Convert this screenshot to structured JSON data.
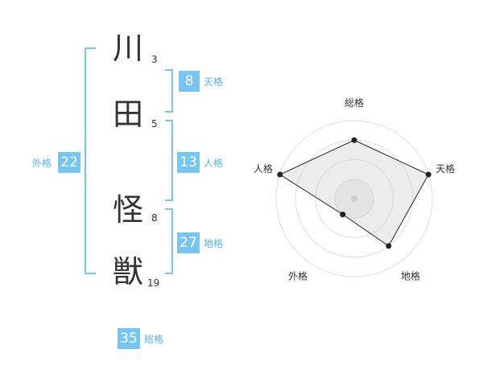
{
  "name": {
    "chars": [
      {
        "char": "川",
        "strokes": "3"
      },
      {
        "char": "田",
        "strokes": "5"
      },
      {
        "char": "怪",
        "strokes": "8"
      },
      {
        "char": "獣",
        "strokes": "19"
      }
    ]
  },
  "fortune": {
    "tenkaku": {
      "value": "8",
      "label": "天格"
    },
    "jinkaku": {
      "value": "13",
      "label": "人格"
    },
    "chikaku": {
      "value": "27",
      "label": "地格"
    },
    "gaikaku": {
      "value": "22",
      "label": "外格"
    },
    "soukaku": {
      "value": "35",
      "label": "総格"
    }
  },
  "colors": {
    "accent": "#78c6f0",
    "bracket": "#78c6f0",
    "label": "#5bb3e6"
  },
  "chart_data": {
    "type": "radar",
    "axes": [
      "総格",
      "天格",
      "地格",
      "外格",
      "人格"
    ],
    "rings": 4,
    "max": 4,
    "values": [
      3,
      4,
      3,
      1,
      4
    ]
  }
}
